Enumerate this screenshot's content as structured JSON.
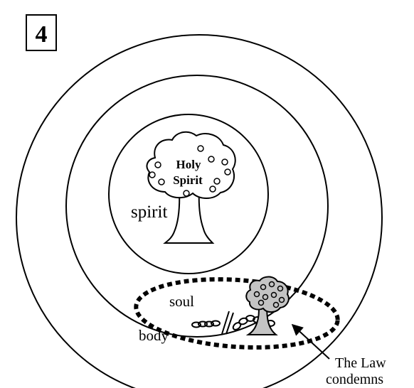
{
  "figure": {
    "number": "4"
  },
  "diagram": {
    "rings": {
      "spirit_label": "spirit",
      "soul_label": "soul",
      "body_label": "body"
    },
    "tree": {
      "label_line1": "Holy",
      "label_line2": "Spirit"
    },
    "callout": {
      "line1": "The Law",
      "line2": "condemns"
    }
  }
}
